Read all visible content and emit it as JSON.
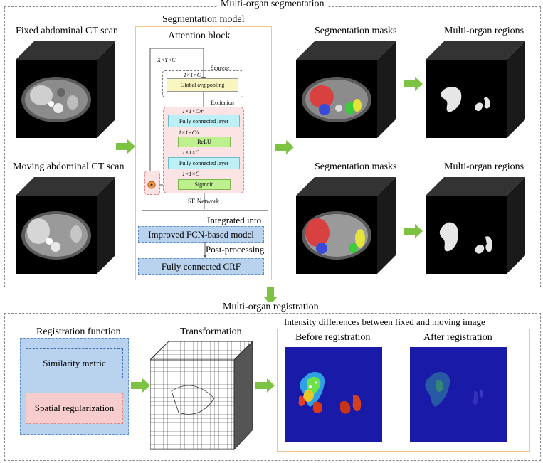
{
  "top": {
    "title": "Multi-organ segmentation",
    "fixed_scan": "Fixed abdominal CT scan",
    "moving_scan": "Moving abdominal CT scan",
    "seg_masks_top": "Segmentation masks",
    "seg_masks_bottom": "Segmentation masks",
    "regions_top": "Multi-organ regions",
    "regions_bottom": "Multi-organ regions"
  },
  "model": {
    "title": "Segmentation model",
    "attention_title": "Attention block",
    "input_dims": "X×Y×C",
    "squeeze": "Squeeze",
    "dims_1": "1×1×C",
    "gap": "Global avg pooling",
    "excitation": "Excitation",
    "dims_2": "1×1×C/r",
    "fc1": "Fully connected layer",
    "dims_3": "1×1×C/r",
    "relu": "ReLU",
    "dims_4": "1×1×C",
    "fc2": "Fully connected layer",
    "dims_5": "1×1×C",
    "sigmoid": "Sigmoid",
    "se_network": "SE Network",
    "integrated": "Integrated into",
    "fcn": "Improved FCN-based model",
    "post": "Post-processing",
    "crf": "Fully connected CRF"
  },
  "bottom": {
    "title": "Multi-organ registration",
    "reg_function": "Registration function",
    "similarity": "Similarity metric",
    "spatial": "Spatial regularization",
    "transformation": "Transformation",
    "intensity_title": "Intensity differences between fixed and moving image",
    "before": "Before registration",
    "after": "After registration"
  },
  "colors": {
    "green_arrow": "#7dc242",
    "blue_box": "#b9d3ee",
    "pink_box": "#f6cccc",
    "orange_border": "#f5c48a",
    "reg_blue": "#1a1aa8"
  },
  "icons": [
    "green-arrow-icon",
    "multiply-circle-icon"
  ]
}
